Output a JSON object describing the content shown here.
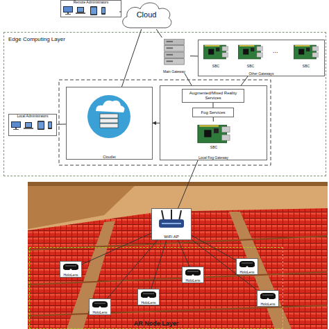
{
  "diagram": {
    "nodes": [
      {
        "text": [
          "Remote Administrators"
        ]
      },
      {
        "text": [
          "Cloud"
        ]
      },
      {
        "text": [
          "Edge Computing Layer"
        ]
      },
      {
        "text": [
          "Main Gateway"
        ],
        "in": 2
      },
      {
        "text": [
          "Other Gateways"
        ],
        "in": 2
      },
      {
        "text": [
          "SBC"
        ],
        "in": 4
      },
      {
        "text": [
          "SBC"
        ],
        "in": 4
      },
      {
        "text": [
          "SBC"
        ],
        "in": 4
      },
      {
        "text": [
          "Local Administrators"
        ],
        "in": 2
      },
      {
        "text": [
          "Cloudlet"
        ],
        "in": 2
      },
      {
        "text": [
          "Local Fog Gateway"
        ],
        "in": 2
      },
      {
        "text": [
          "Augmented/Mixed Reality Services"
        ],
        "in": 10
      },
      {
        "text": [
          "Fog Services"
        ],
        "in": 10
      },
      {
        "text": [
          "SBC"
        ],
        "in": 10
      },
      {
        "text": [
          "WiFi AP"
        ]
      },
      {
        "text": [
          "AR Node Layer"
        ]
      },
      {
        "text": [
          "HoloLens"
        ],
        "in": 15
      },
      {
        "text": [
          "HoloLens"
        ],
        "in": 15
      },
      {
        "text": [
          "HoloLens"
        ],
        "in": 15
      },
      {
        "text": [
          "HoloLens"
        ],
        "in": 15
      },
      {
        "text": [
          "HoloLens"
        ],
        "in": 15
      },
      {
        "text": [
          "HoloLens"
        ],
        "in": 15
      }
    ],
    "edges": [
      {
        "from": 0,
        "to": 1,
        "arrow": "none"
      },
      {
        "from": 1,
        "to": 3,
        "arrow": "none"
      },
      {
        "from": 1,
        "to": 9,
        "arrow": "none"
      },
      {
        "from": 3,
        "to": 4,
        "arrow": "none"
      },
      {
        "from": 3,
        "to": 10,
        "arrow": "none"
      },
      {
        "from": 4,
        "to": 10,
        "arrow": "none"
      },
      {
        "from": 10,
        "to": 9,
        "arrow": "to"
      },
      {
        "from": 8,
        "to": 9,
        "arrow": "none"
      },
      {
        "from": 11,
        "to": 12,
        "arrow": "none"
      },
      {
        "from": 12,
        "to": 13,
        "arrow": "none"
      },
      {
        "from": 10,
        "to": 14,
        "arrow": "none"
      },
      {
        "from": 14,
        "to": 16,
        "arrow": "none"
      },
      {
        "from": 14,
        "to": 17,
        "arrow": "none"
      },
      {
        "from": 14,
        "to": 18,
        "arrow": "none"
      },
      {
        "from": 14,
        "to": 19,
        "arrow": "none"
      },
      {
        "from": 14,
        "to": 20,
        "arrow": "none"
      },
      {
        "from": 14,
        "to": 21,
        "arrow": "none"
      }
    ],
    "labels": [
      "..."
    ]
  }
}
